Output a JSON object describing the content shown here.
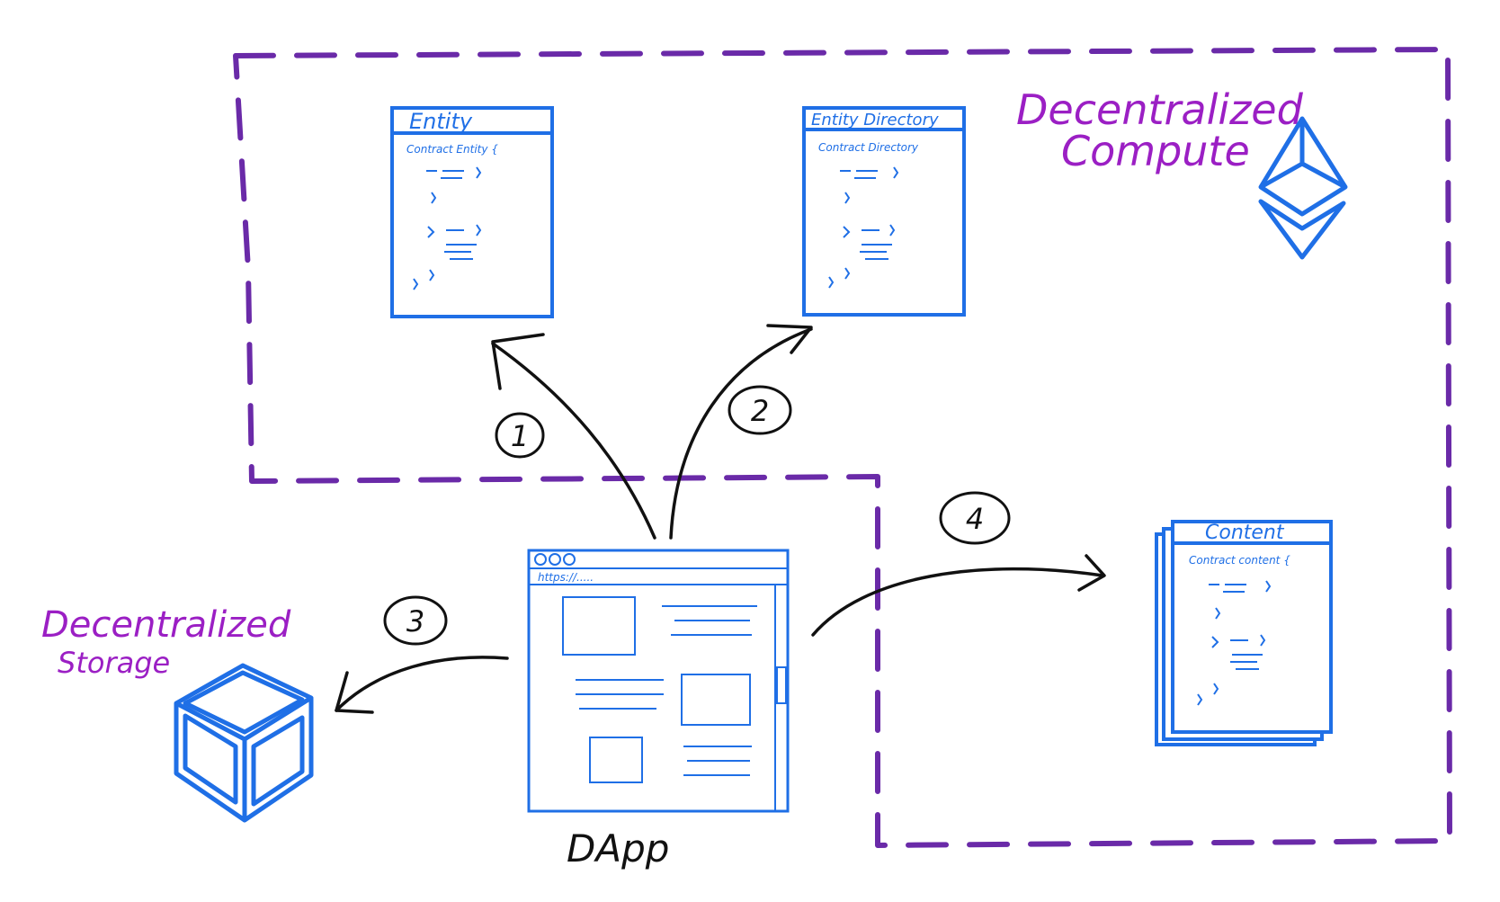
{
  "labels": {
    "compute_line1": "Decentralized",
    "compute_line2": "Compute",
    "storage_line1": "Decentralized",
    "storage_line2": "Storage",
    "dapp": "DApp",
    "browser_url": "https://....."
  },
  "contracts": {
    "entity": {
      "title": "Entity",
      "code": "Contract Entity {"
    },
    "directory": {
      "title": "Entity Directory",
      "code": "Contract Directory"
    },
    "content": {
      "title": "Content",
      "code": "Contract content {"
    }
  },
  "steps": [
    "1",
    "2",
    "3",
    "4"
  ],
  "colors": {
    "boundary": "#6a2aa8",
    "sketch_blue": "#1f6fe6",
    "label_purple": "#9b1fc4",
    "ink": "#111111"
  },
  "icons": {
    "compute": "ethereum-icon",
    "storage": "cube-icon",
    "dapp": "browser-window-icon"
  }
}
